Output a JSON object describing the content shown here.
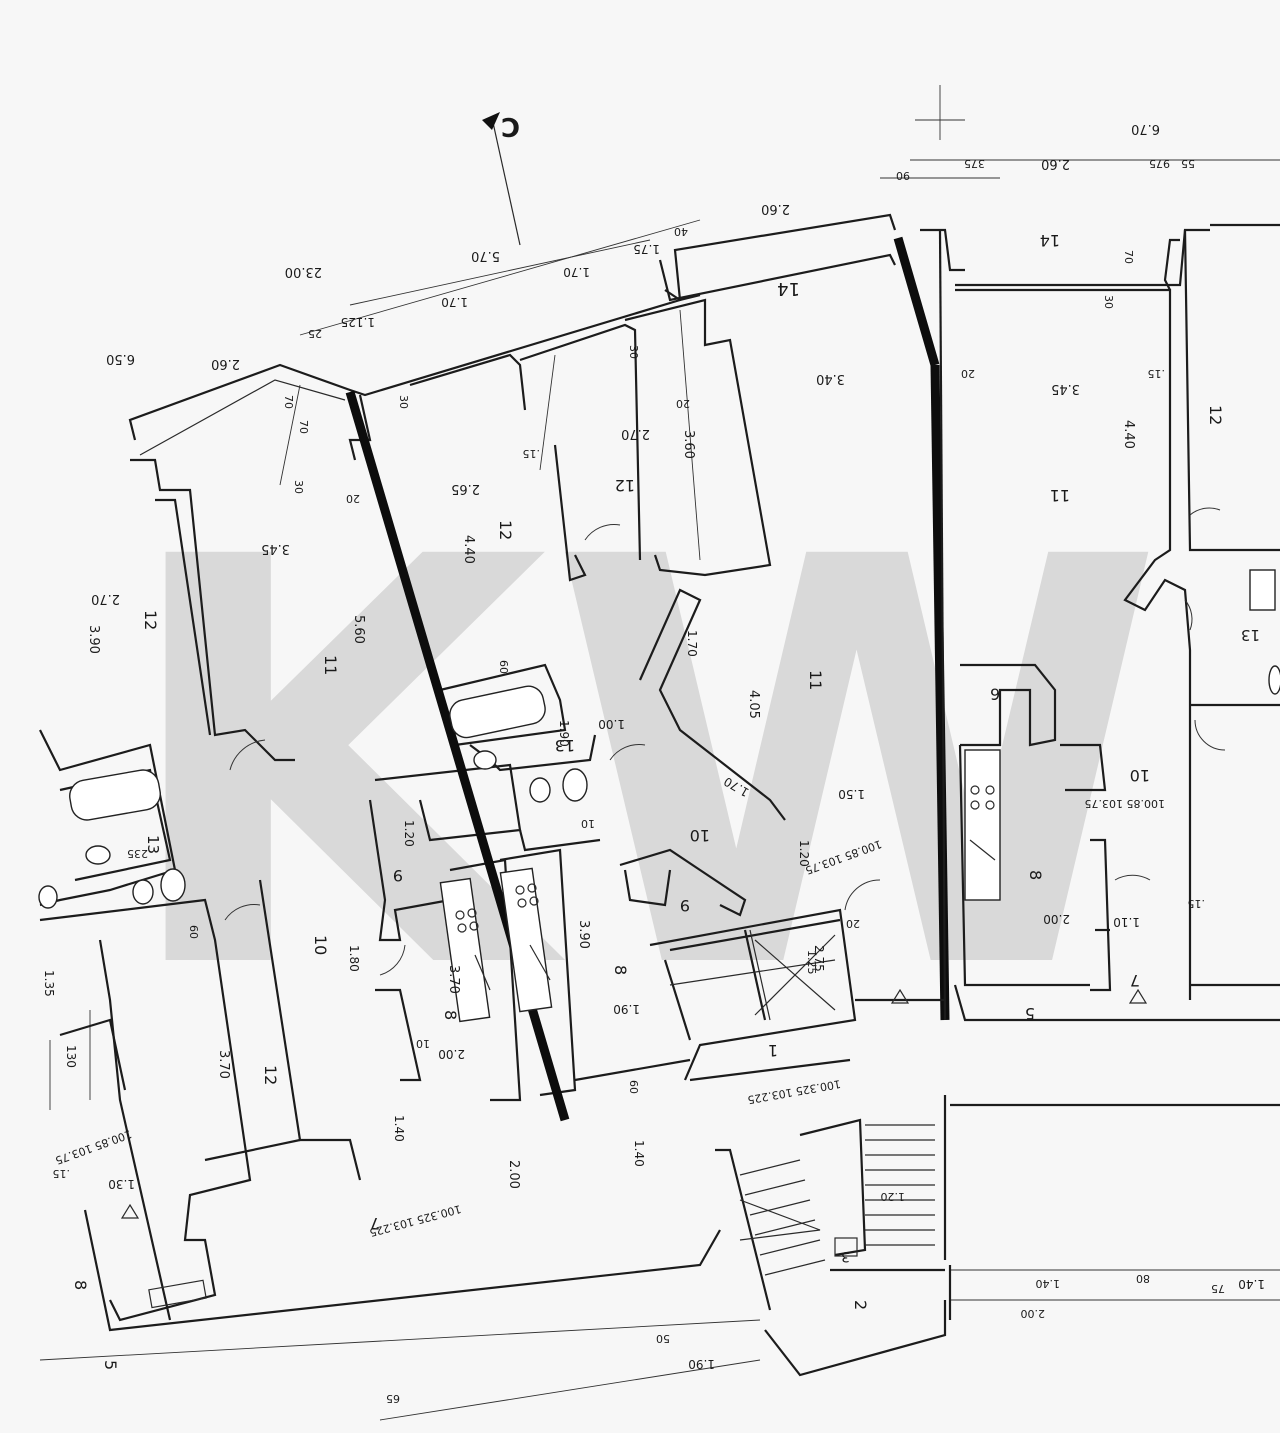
{
  "watermark": {
    "text": "KW",
    "color": "#cfcfcf"
  },
  "section_marker": {
    "label": "C"
  },
  "colors": {
    "ink": "#1a1a1a",
    "paper": "#f7f7f7",
    "watermark": "#cfcfcf"
  },
  "labels": [
    {
      "id": "room-14-right",
      "text": "14"
    },
    {
      "id": "room-14-mid",
      "text": "14"
    },
    {
      "id": "room-12-a",
      "text": "12"
    },
    {
      "id": "room-12-b",
      "text": "12"
    },
    {
      "id": "room-12-c",
      "text": "12"
    },
    {
      "id": "room-12-left",
      "text": "12"
    },
    {
      "id": "room-12-bottom",
      "text": "12"
    },
    {
      "id": "room-11-left",
      "text": "11"
    },
    {
      "id": "room-11-mid",
      "text": "11"
    },
    {
      "id": "room-11-right",
      "text": "11"
    },
    {
      "id": "room-10-a",
      "text": "10"
    },
    {
      "id": "room-10-b",
      "text": "10"
    },
    {
      "id": "room-10-c",
      "text": "10"
    },
    {
      "id": "room-9-a",
      "text": "9"
    },
    {
      "id": "room-9-b",
      "text": "9"
    },
    {
      "id": "room-9-c",
      "text": "9"
    },
    {
      "id": "room-8-a",
      "text": "8"
    },
    {
      "id": "room-8-b",
      "text": "8"
    },
    {
      "id": "room-8-c",
      "text": "8"
    },
    {
      "id": "room-8-d",
      "text": "8"
    },
    {
      "id": "room-13-a",
      "text": "13"
    },
    {
      "id": "room-13-b",
      "text": "13"
    },
    {
      "id": "room-13-c",
      "text": "13"
    },
    {
      "id": "room-1",
      "text": "1"
    },
    {
      "id": "room-2",
      "text": "2"
    },
    {
      "id": "room-3",
      "text": "3"
    },
    {
      "id": "room-5-a",
      "text": "5"
    },
    {
      "id": "room-5-b",
      "text": "5"
    },
    {
      "id": "room-7-a",
      "text": "7"
    },
    {
      "id": "room-7-b",
      "text": "7"
    },
    {
      "id": "dim-23-00",
      "text": "23.00"
    },
    {
      "id": "dim-5-70",
      "text": "5.70"
    },
    {
      "id": "dim-6-50",
      "text": "6.50"
    },
    {
      "id": "dim-6-70",
      "text": "6.70"
    },
    {
      "id": "dim-2-60-a",
      "text": "2.60"
    },
    {
      "id": "dim-2-60-b",
      "text": "2.60"
    },
    {
      "id": "dim-2-60-c",
      "text": "2.60"
    },
    {
      "id": "dim-4-40-a",
      "text": "4.40"
    },
    {
      "id": "dim-4-40-b",
      "text": "4.40"
    },
    {
      "id": "dim-3-45-a",
      "text": "3.45"
    },
    {
      "id": "dim-3-45-b",
      "text": "3.45"
    },
    {
      "id": "dim-3-60",
      "text": "3.60"
    },
    {
      "id": "dim-3-40",
      "text": "3.40"
    },
    {
      "id": "dim-2-70-a",
      "text": "2.70"
    },
    {
      "id": "dim-2-70-b",
      "text": "2.70"
    },
    {
      "id": "dim-2-65",
      "text": "2.65"
    },
    {
      "id": "dim-5-60",
      "text": "5.60"
    },
    {
      "id": "dim-3-90-a",
      "text": "3.90"
    },
    {
      "id": "dim-3-90-b",
      "text": "3.90"
    },
    {
      "id": "dim-4-05",
      "text": "4.05"
    },
    {
      "id": "dim-1-70-a",
      "text": "1.70"
    },
    {
      "id": "dim-1-70-b",
      "text": "1.70"
    },
    {
      "id": "dim-1-70-c",
      "text": "1.70"
    },
    {
      "id": "dim-1-70-d",
      "text": "1.70"
    },
    {
      "id": "dim-3-70-a",
      "text": "3.70"
    },
    {
      "id": "dim-3-70-b",
      "text": "3.70"
    },
    {
      "id": "dim-2-00-a",
      "text": "2.00"
    },
    {
      "id": "dim-2-00-b",
      "text": "2.00"
    },
    {
      "id": "dim-2-00-c",
      "text": "2.00"
    },
    {
      "id": "dim-1-80",
      "text": "1.80"
    },
    {
      "id": "dim-1-20-a",
      "text": "1.20"
    },
    {
      "id": "dim-1-20-b",
      "text": "1.20"
    },
    {
      "id": "dim-1-40-a",
      "text": "1.40"
    },
    {
      "id": "dim-1-40-b",
      "text": "1.40"
    },
    {
      "id": "dim-1-40-c",
      "text": "1.40"
    },
    {
      "id": "dim-1-50",
      "text": "1.50"
    },
    {
      "id": "dim-1-90-a",
      "text": "1.90"
    },
    {
      "id": "dim-1-90-b",
      "text": "1.90"
    },
    {
      "id": "dim-1-30",
      "text": "1.30"
    },
    {
      "id": "dim-1-00",
      "text": "1.00"
    },
    {
      "id": "dim-1-10",
      "text": "1.10"
    },
    {
      "id": "dim-1-125",
      "text": "1.125"
    },
    {
      "id": "dim-1-75",
      "text": "1.75"
    },
    {
      "id": "dim-2-75",
      "text": "2.75"
    },
    {
      "id": "dim-130",
      "text": "130"
    },
    {
      "id": "dim-1-35",
      "text": "1.35"
    },
    {
      "id": "dim-1-90-c",
      "text": "1.90"
    },
    {
      "id": "lvl-a",
      "text": "100.85 103.75"
    },
    {
      "id": "lvl-b",
      "text": "100.85 103.75"
    },
    {
      "id": "lvl-c",
      "text": "100.85 103.75"
    },
    {
      "id": "lvl-d",
      "text": "100.325 103.225"
    },
    {
      "id": "lvl-e",
      "text": "100.325 103.225"
    },
    {
      "id": "dim-30-a",
      "text": "30"
    },
    {
      "id": "dim-30-b",
      "text": "30"
    },
    {
      "id": "dim-30-c",
      "text": "30"
    },
    {
      "id": "dim-30-d",
      "text": "30"
    },
    {
      "id": "dim-20-a",
      "text": "20"
    },
    {
      "id": "dim-20-b",
      "text": "20"
    },
    {
      "id": "dim-20-c",
      "text": "20"
    },
    {
      "id": "dim-20-d",
      "text": "20"
    },
    {
      "id": "dim-15-a",
      "text": ".15"
    },
    {
      "id": "dim-15-b",
      "text": ".15"
    },
    {
      "id": "dim-15-c",
      "text": ".15"
    },
    {
      "id": "dim-15-d",
      "text": ".15"
    },
    {
      "id": "dim-60-a",
      "text": "60"
    },
    {
      "id": "dim-60-b",
      "text": "60"
    },
    {
      "id": "dim-60-c",
      "text": "60"
    },
    {
      "id": "dim-70-a",
      "text": "70"
    },
    {
      "id": "dim-70-b",
      "text": "70"
    },
    {
      "id": "dim-70-c",
      "text": "70"
    },
    {
      "id": "dim-10-a",
      "text": "10"
    },
    {
      "id": "dim-10-b",
      "text": "10"
    },
    {
      "id": "dim-25",
      "text": "25"
    },
    {
      "id": "dim-40",
      "text": "40"
    },
    {
      "id": "dim-50",
      "text": "50"
    },
    {
      "id": "dim-65",
      "text": "65"
    },
    {
      "id": "dim-80",
      "text": "80"
    },
    {
      "id": "dim-90",
      "text": "90"
    },
    {
      "id": "dim-375",
      "text": "375"
    },
    {
      "id": "dim-975",
      "text": "975"
    },
    {
      "id": "dim-55",
      "text": "55"
    },
    {
      "id": "dim-75",
      "text": "75"
    },
    {
      "id": "dim-235",
      "text": "235"
    },
    {
      "id": "dim-1-25",
      "text": "1.25"
    },
    {
      "id": "dim-1-20-c",
      "text": "1.20"
    },
    {
      "id": "dim-1-40-d",
      "text": "1.40"
    },
    {
      "id": "dim-2-00-d",
      "text": "2.00"
    }
  ]
}
